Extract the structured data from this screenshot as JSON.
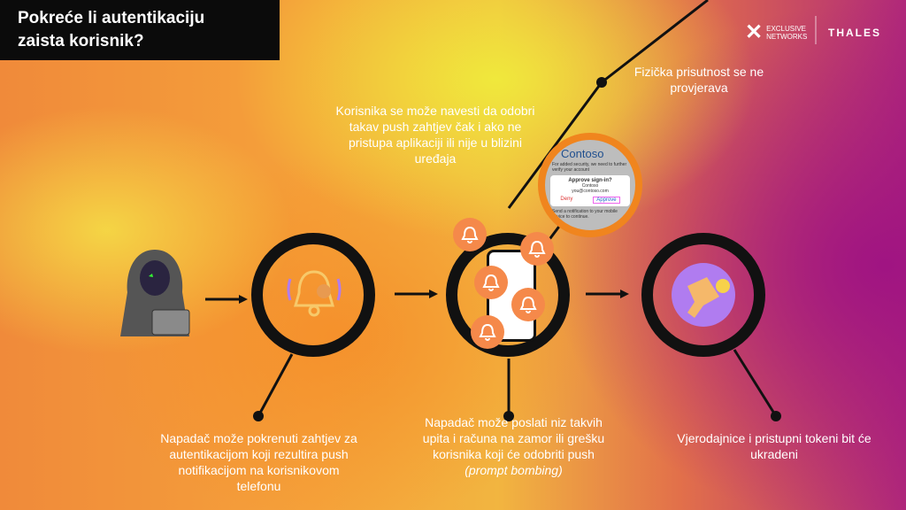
{
  "title": {
    "line1": "Pokreće li autentikaciju",
    "line2": "zaista korisnik?"
  },
  "logos": {
    "exclusive": "EXCLUSIVE",
    "networks": "NETWORKS",
    "thales": "THALES"
  },
  "popup": {
    "brand": "Contoso",
    "intro": "For added security, we need to further verify your account",
    "title": "Approve sign-in?",
    "org": "Contoso",
    "email": "you@contoso.com",
    "deny": "Deny",
    "approve": "Approve",
    "footer": "Send a notification to your mobile device to continue."
  },
  "texts": {
    "physical": "Fizička prisutnost se ne provjerava",
    "manipulate": "Korisnika se može navesti da odobri takav push zahtjev čak i ako ne pristupa aplikaciji ili nije u blizini uređaja",
    "step1": "Napadač može pokrenuti zahtjev za autentikacijom koji rezultira push notifikacijom na korisnikovom telefonu",
    "step2": "Napadač može poslati niz takvih upita i računa na zamor ili grešku korisnika koji će odobriti push",
    "step2_term": "(prompt bombing)",
    "step3": "Vjerodajnice i pristupni tokeni bit će ukradeni"
  },
  "colors": {
    "accent": "#f5894a",
    "purple": "#b07cf0",
    "ring": "#111111"
  }
}
